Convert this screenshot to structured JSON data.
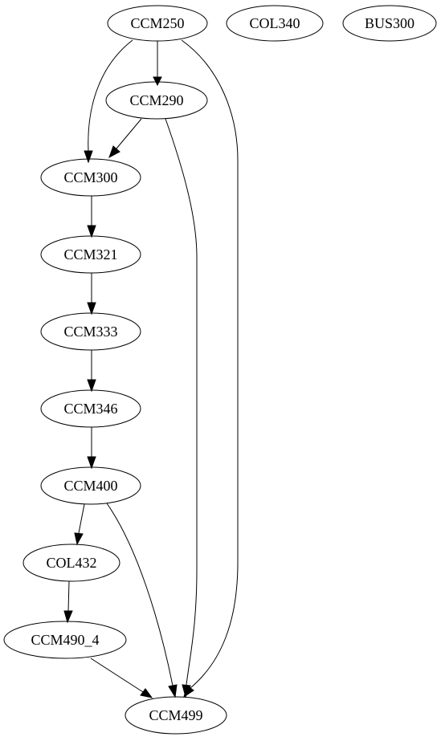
{
  "nodes": [
    {
      "id": "n_ccm250",
      "label": "CCM250"
    },
    {
      "id": "n_col340",
      "label": "COL340"
    },
    {
      "id": "n_bus300",
      "label": "BUS300"
    },
    {
      "id": "n_ccm290",
      "label": "CCM290"
    },
    {
      "id": "n_ccm300",
      "label": "CCM300"
    },
    {
      "id": "n_ccm321",
      "label": "CCM321"
    },
    {
      "id": "n_ccm333",
      "label": "CCM333"
    },
    {
      "id": "n_ccm346",
      "label": "CCM346"
    },
    {
      "id": "n_ccm400",
      "label": "CCM400"
    },
    {
      "id": "n_col432",
      "label": "COL432"
    },
    {
      "id": "n_ccm490_4",
      "label": "CCM490_4"
    },
    {
      "id": "n_ccm499",
      "label": "CCM499"
    }
  ],
  "edges": [
    {
      "from": "CCM250",
      "to": "CCM290"
    },
    {
      "from": "CCM250",
      "to": "CCM300"
    },
    {
      "from": "CCM250",
      "to": "CCM499"
    },
    {
      "from": "CCM290",
      "to": "CCM300"
    },
    {
      "from": "CCM290",
      "to": "CCM499"
    },
    {
      "from": "CCM300",
      "to": "CCM321"
    },
    {
      "from": "CCM321",
      "to": "CCM333"
    },
    {
      "from": "CCM333",
      "to": "CCM346"
    },
    {
      "from": "CCM346",
      "to": "CCM400"
    },
    {
      "from": "CCM400",
      "to": "COL432"
    },
    {
      "from": "CCM400",
      "to": "CCM499"
    },
    {
      "from": "COL432",
      "to": "CCM490_4"
    },
    {
      "from": "CCM490_4",
      "to": "CCM499"
    }
  ]
}
